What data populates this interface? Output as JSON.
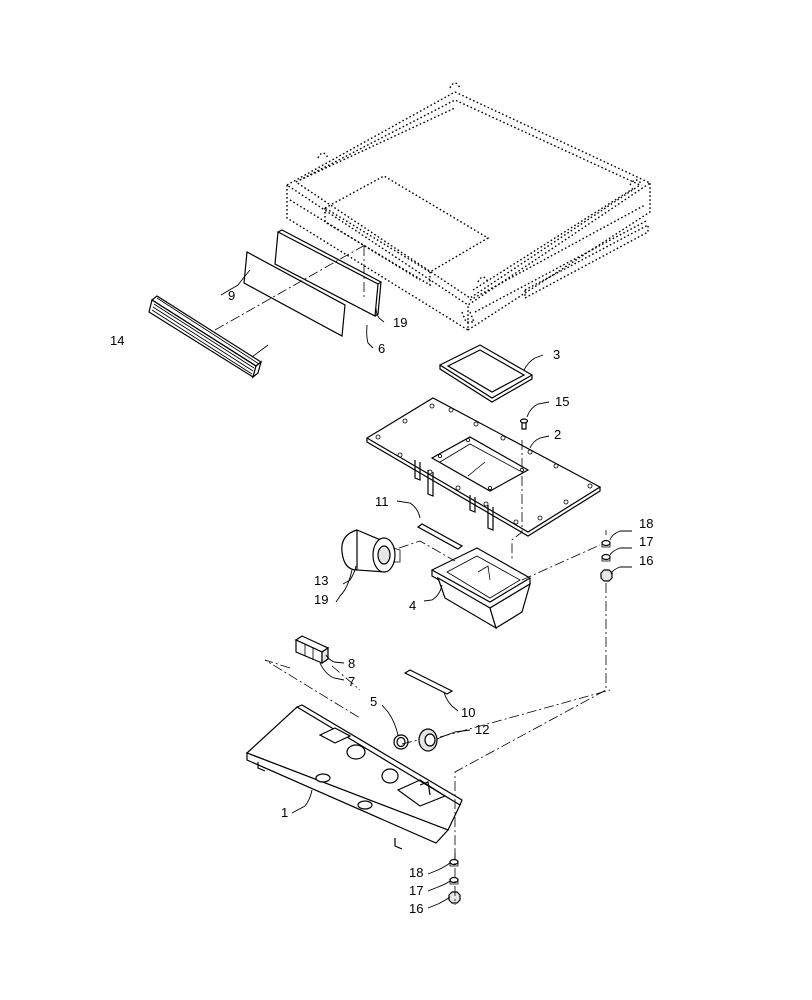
{
  "callouts": [
    {
      "id": "c1",
      "text": "1"
    },
    {
      "id": "c2",
      "text": "2"
    },
    {
      "id": "c3",
      "text": "3"
    },
    {
      "id": "c4",
      "text": "4"
    },
    {
      "id": "c5",
      "text": "5"
    },
    {
      "id": "c6",
      "text": "6"
    },
    {
      "id": "c7",
      "text": "7"
    },
    {
      "id": "c8",
      "text": "8"
    },
    {
      "id": "c9",
      "text": "9"
    },
    {
      "id": "c10",
      "text": "10"
    },
    {
      "id": "c11",
      "text": "11"
    },
    {
      "id": "c12",
      "text": "12"
    },
    {
      "id": "c13",
      "text": "13"
    },
    {
      "id": "c14",
      "text": "14"
    },
    {
      "id": "c15",
      "text": "15"
    },
    {
      "id": "c16a",
      "text": "16"
    },
    {
      "id": "c16b",
      "text": "16"
    },
    {
      "id": "c17a",
      "text": "17"
    },
    {
      "id": "c17b",
      "text": "17"
    },
    {
      "id": "c18a",
      "text": "18"
    },
    {
      "id": "c18b",
      "text": "18"
    },
    {
      "id": "c19a",
      "text": "19"
    },
    {
      "id": "c19b",
      "text": "19"
    }
  ]
}
